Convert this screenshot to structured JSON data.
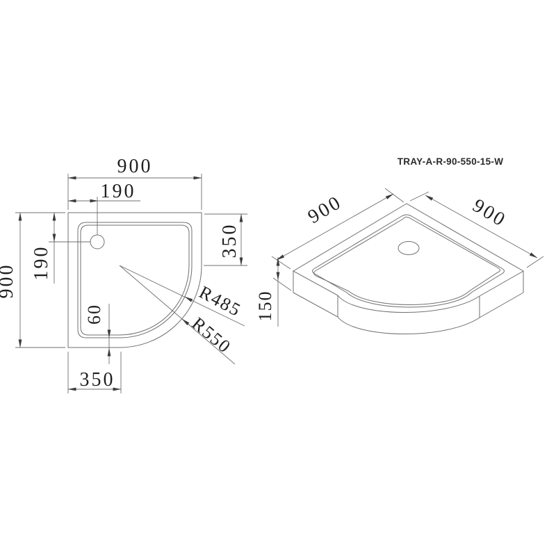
{
  "drawing": {
    "plan_view": {
      "dim_top_width": "900",
      "dim_top_drain_offset": "190",
      "dim_left_depth": "900",
      "dim_left_drain_offset": "190",
      "dim_right_flat": "350",
      "dim_bottom_flat": "350",
      "dim_rim": "60",
      "radius_inner": "R485",
      "radius_outer": "R550"
    },
    "iso_view": {
      "model_label": "TRAY-A-R-90-550-15-W",
      "dim_left_edge": "900",
      "dim_right_edge": "900",
      "dim_height": "150"
    },
    "colors": {
      "background": "#ffffff",
      "line": "#6f6f6f",
      "text": "#1f1f1f",
      "arrow": "#3c3c3c"
    }
  }
}
